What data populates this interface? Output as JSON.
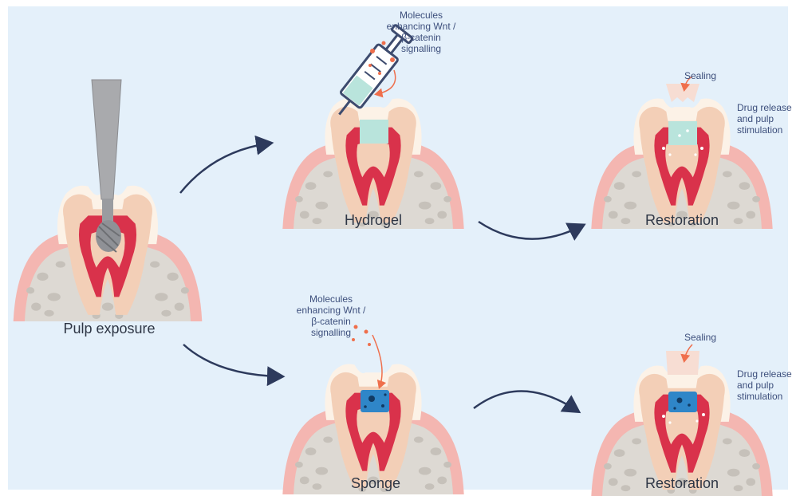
{
  "captions": {
    "pulp_exposure": "Pulp exposure",
    "hydrogel": "Hydrogel",
    "sponge": "Sponge",
    "restoration_top": "Restoration",
    "restoration_bottom": "Restoration"
  },
  "notes": {
    "molecules_top": [
      "Molecules",
      "enhancing Wnt /",
      "β-catenin",
      "signalling"
    ],
    "molecules_bottom": [
      "Molecules",
      "enhancing Wnt /",
      "β-catenin",
      "signalling"
    ],
    "sealing_top": "Sealing",
    "sealing_bottom": "Sealing",
    "drug_release_top": [
      "Drug release",
      "and pulp",
      "stimulation"
    ],
    "drug_release_bottom": [
      "Drug release",
      "and pulp",
      "stimulation"
    ]
  },
  "colors": {
    "background": "#e4f0fa",
    "gum": "#f4b6b1",
    "bone": "#ddd9d3",
    "dentin": "#f3cfb7",
    "enamel": "#fcf2e7",
    "pulp": "#d9324b",
    "hydrogel": "#b9e4dc",
    "sponge": "#2f86c8",
    "arrow": "#2d3a5c",
    "accent": "#ef6f4c"
  }
}
